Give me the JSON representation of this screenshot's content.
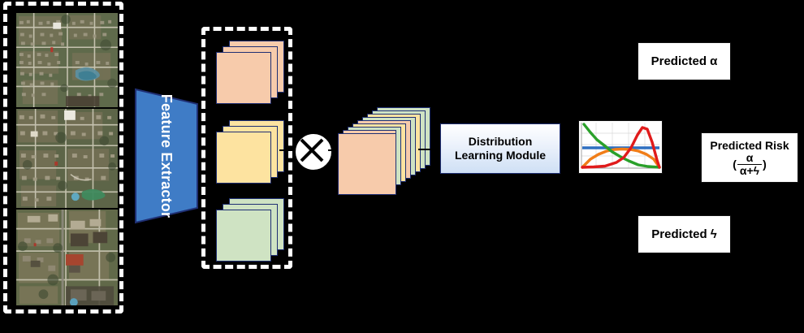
{
  "diagram": {
    "title": "Beta distribution risk prediction pipeline",
    "input_group": {
      "name": "satellite-image-stack",
      "count": 3,
      "tiles": [
        {
          "id": "tile-1",
          "description": "aerial suburban neighborhood with pond"
        },
        {
          "id": "tile-2",
          "description": "aerial residential streets with park"
        },
        {
          "id": "tile-3",
          "description": "aerial rural lots with road"
        }
      ]
    },
    "feature_extractor": {
      "label_line1": "Feature",
      "label_line2": "Extractor",
      "fill_color": "#3f7cc6",
      "border_color": "#1f2f73",
      "text_color": "#ffffff"
    },
    "feature_maps": {
      "group_label": "",
      "stacks": [
        {
          "name": "feature-map-stack-peach",
          "color": "#f7cbab",
          "layers": 3
        },
        {
          "name": "feature-map-stack-yellow",
          "color": "#fde3a0",
          "layers": 3
        },
        {
          "name": "feature-map-stack-green",
          "color": "#cfe3c3",
          "layers": 3
        }
      ]
    },
    "operator": {
      "name": "tensor-product",
      "symbol": "⊗"
    },
    "fused_maps": {
      "name": "fused-feature-stack",
      "layers": 9,
      "colors": [
        "#cfe3c3",
        "#cfe3c3",
        "#fde3a0",
        "#cfe3c3",
        "#f7cbab",
        "#fde3a0",
        "#cfe3c3",
        "#f7cbab",
        "#f7cbab"
      ]
    },
    "module": {
      "label_line1": "Distribution",
      "label_line2": "Learning Module",
      "border_color": "#1f2f73"
    },
    "outputs": {
      "alpha": "Predicted α",
      "beta": "Predicted ϟ",
      "risk_title": "Predicted Risk",
      "risk_open_paren": "(",
      "risk_numerator": "α",
      "risk_denominator": "α+ϟ",
      "risk_close_paren": ")"
    }
  },
  "chart_data": {
    "type": "line",
    "title": "",
    "xlabel": "",
    "ylabel": "",
    "xlim": [
      0,
      1
    ],
    "ylim": [
      0,
      3.2
    ],
    "grid": true,
    "legend": "none",
    "description": "Beta probability density functions",
    "series": [
      {
        "name": "beta-green-decreasing",
        "color": "#2aa02a",
        "x": [
          0.0,
          0.08,
          0.16,
          0.25,
          0.35,
          0.45,
          0.55,
          0.7,
          0.85,
          1.0
        ],
        "y": [
          3.1,
          2.3,
          1.7,
          1.22,
          0.8,
          0.5,
          0.3,
          0.13,
          0.05,
          0.02
        ]
      },
      {
        "name": "beta-orange-broad-hump",
        "color": "#f07d18",
        "x": [
          0.0,
          0.1,
          0.2,
          0.3,
          0.4,
          0.5,
          0.6,
          0.7,
          0.8,
          0.9,
          1.0
        ],
        "y": [
          0.05,
          0.55,
          0.9,
          1.12,
          1.25,
          1.28,
          1.25,
          1.12,
          0.9,
          0.55,
          0.05
        ]
      },
      {
        "name": "beta-red-right-peak",
        "color": "#e01b1b",
        "x": [
          0.0,
          0.15,
          0.3,
          0.45,
          0.55,
          0.65,
          0.75,
          0.82,
          0.88,
          0.94,
          1.0
        ],
        "y": [
          0.03,
          0.05,
          0.1,
          0.25,
          0.55,
          1.25,
          2.3,
          2.8,
          2.7,
          1.8,
          0.1
        ]
      },
      {
        "name": "beta-blue-uniform",
        "color": "#2f6fc0",
        "x": [
          0.0,
          1.0
        ],
        "y": [
          1.42,
          1.42
        ]
      }
    ]
  }
}
